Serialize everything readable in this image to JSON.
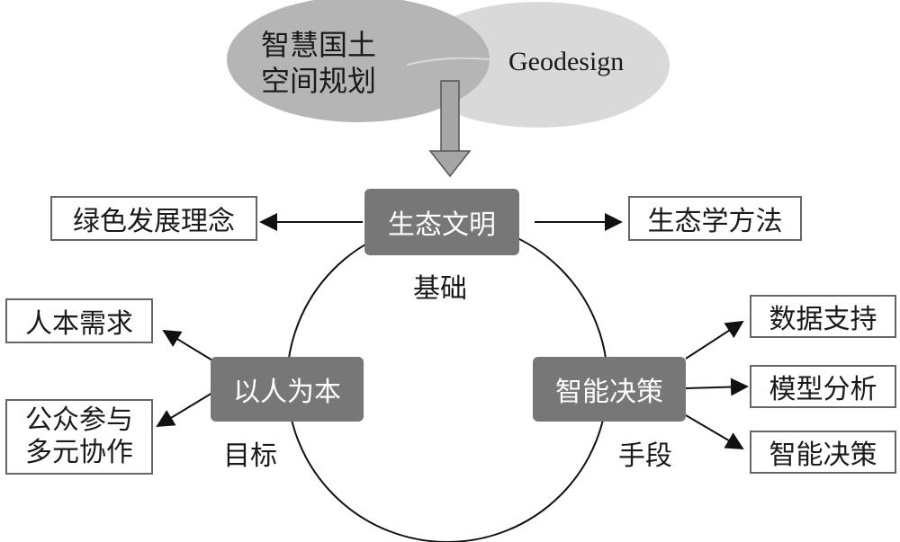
{
  "venn": {
    "left_lines": [
      "智慧国土",
      "空间规划"
    ],
    "right_label": "Geodesign"
  },
  "center": {
    "top_node": "生态文明",
    "top_role": "基础",
    "left_node": "以人为本",
    "left_role": "目标",
    "right_node": "智能决策",
    "right_role": "手段"
  },
  "top_outputs": {
    "left": "绿色发展理念",
    "right": "生态学方法"
  },
  "left_outputs": {
    "first": "人本需求",
    "second_lines": [
      "公众参与",
      "多元协作"
    ]
  },
  "right_outputs": {
    "first": "数据支持",
    "second": "模型分析",
    "third": "智能决策"
  },
  "colors": {
    "venn_left": "#b5b5b5",
    "venn_right": "#d9d9d9",
    "node_fill": "#777777",
    "down_arrow": "#a6a6a6",
    "line": "#111111"
  }
}
